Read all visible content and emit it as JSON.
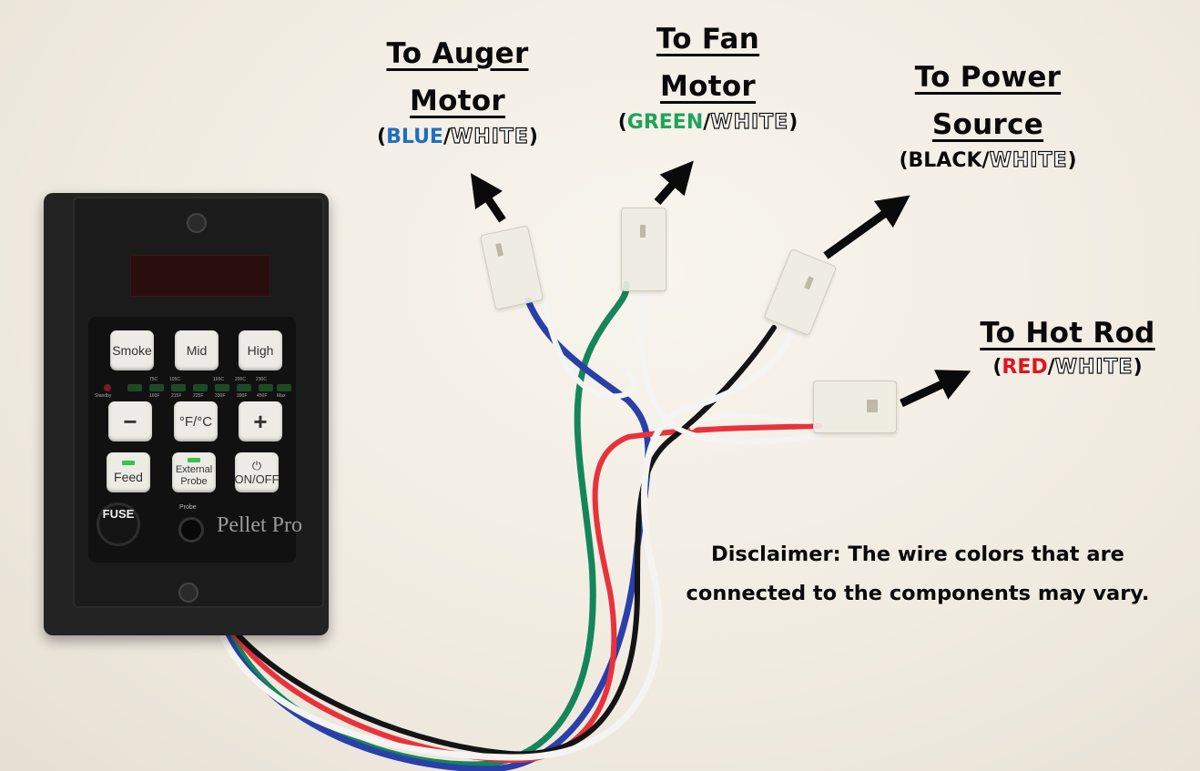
{
  "diagram": {
    "labels": [
      {
        "id": "auger",
        "title_lines": [
          "To Auger",
          "Motor"
        ],
        "wire_color": "BLUE",
        "wire_color_hex": "#1f6fc0",
        "common": "WHITE"
      },
      {
        "id": "fan",
        "title_lines": [
          "To Fan",
          "Motor"
        ],
        "wire_color": "GREEN",
        "wire_color_hex": "#1fa35a",
        "common": "WHITE"
      },
      {
        "id": "power",
        "title_lines": [
          "To Power",
          "Source"
        ],
        "wire_color": "BLACK",
        "wire_color_hex": "#0a0a0a",
        "common": "WHITE"
      },
      {
        "id": "hotrod",
        "title_lines": [
          "To Hot Rod"
        ],
        "wire_color": "RED",
        "wire_color_hex": "#e0141c",
        "common": "WHITE"
      }
    ],
    "disclaimer": {
      "line1": "Disclaimer:  The wire colors that are",
      "line2": "connected to the components may vary."
    },
    "punct": {
      "open": "(",
      "slash": "/",
      "close": ")"
    }
  },
  "controller": {
    "brand": "Pellet Pro",
    "buttons": {
      "smoke": "Smoke",
      "mid": "Mid",
      "high": "High",
      "minus": "−",
      "unit": "°F/°C",
      "plus": "+",
      "feed": "Feed",
      "external_probe_1": "External",
      "external_probe_2": "Probe",
      "power_symbol": "⏻",
      "onoff": "ON/OFF"
    },
    "led_labels": {
      "standby": "Standby",
      "top": [
        "",
        "75C",
        "105C",
        "",
        "165C",
        "200C",
        "230C",
        ""
      ],
      "bottom": [
        "",
        "160F",
        "215F",
        "225F",
        "330F",
        "390F",
        "450F",
        "Max"
      ]
    },
    "fuse_label": "FUSE",
    "probe_label": "Probe"
  },
  "colors": {
    "blue_wire": "#2a3fa8",
    "green_wire": "#14865a",
    "black_wire": "#141414",
    "red_wire": "#e8323c",
    "white_wire": "#f4f4f2",
    "arrow": "#0a0a0a"
  }
}
